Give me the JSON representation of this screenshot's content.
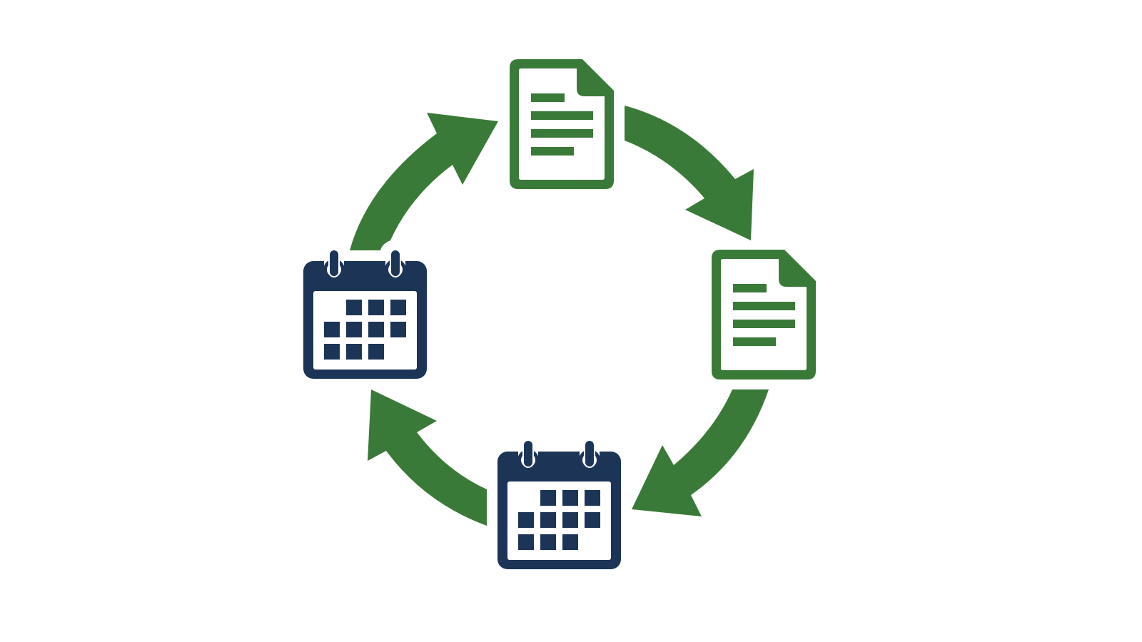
{
  "diagram": {
    "type": "cycle",
    "colors": {
      "arrow": "#3a7a38",
      "document": "#3a7a38",
      "calendar": "#1c3557",
      "background": "#ffffff"
    },
    "nodes": [
      {
        "id": "doc-top",
        "icon": "document-icon"
      },
      {
        "id": "doc-right",
        "icon": "document-icon"
      },
      {
        "id": "calendar-bottom",
        "icon": "calendar-icon"
      },
      {
        "id": "calendar-left",
        "icon": "calendar-icon"
      }
    ],
    "arrows": [
      {
        "from": "doc-top",
        "to": "doc-right",
        "direction": "clockwise"
      },
      {
        "from": "doc-right",
        "to": "calendar-bottom",
        "direction": "clockwise"
      },
      {
        "from": "calendar-bottom",
        "to": "calendar-left",
        "direction": "clockwise"
      },
      {
        "from": "calendar-left",
        "to": "doc-top",
        "direction": "clockwise"
      }
    ]
  }
}
